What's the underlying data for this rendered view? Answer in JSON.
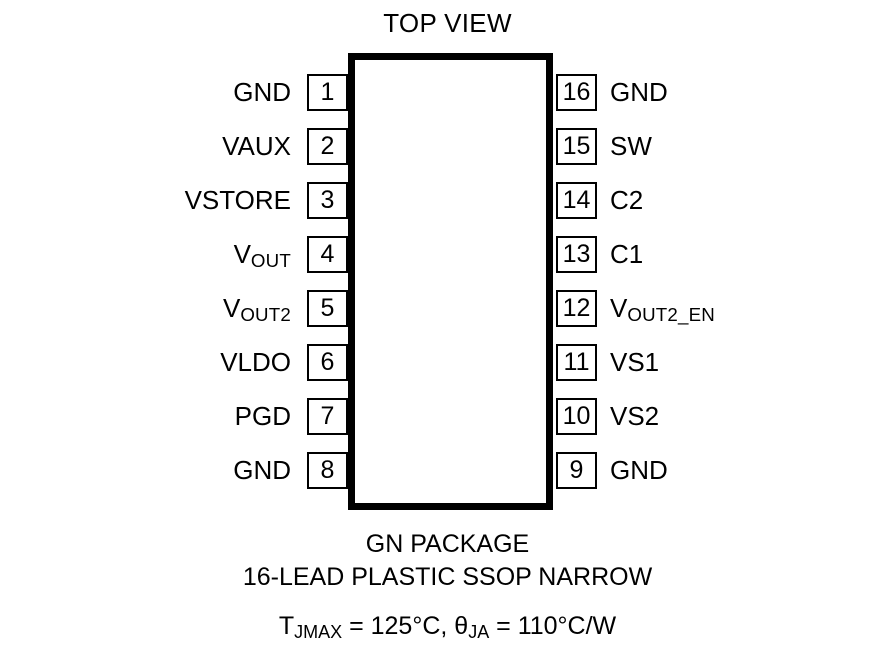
{
  "title": "TOP VIEW",
  "package": {
    "name_line": "GN PACKAGE",
    "lead_line": "16-LEAD PLASTIC SSOP NARROW",
    "thermal": {
      "tjmax_symbol": "T",
      "tjmax_sub": "JMAX",
      "tjmax_value": " = 125°C, ",
      "theta_symbol": "θ",
      "theta_sub": "JA",
      "theta_value": " = 110°C/W",
      "full_text": "TJMAX = 125°C, θJA = 110°C/W"
    }
  },
  "colors": {
    "background": "#ffffff",
    "outline": "#000000",
    "text": "#000000"
  },
  "pins": {
    "left": [
      {
        "number": "1",
        "label": "GND",
        "sub": ""
      },
      {
        "number": "2",
        "label": "VAUX",
        "sub": ""
      },
      {
        "number": "3",
        "label": "VSTORE",
        "sub": ""
      },
      {
        "number": "4",
        "label": "V",
        "sub": "OUT"
      },
      {
        "number": "5",
        "label": "V",
        "sub": "OUT2"
      },
      {
        "number": "6",
        "label": "VLDO",
        "sub": ""
      },
      {
        "number": "7",
        "label": "PGD",
        "sub": ""
      },
      {
        "number": "8",
        "label": "GND",
        "sub": ""
      }
    ],
    "right": [
      {
        "number": "16",
        "label": "GND",
        "sub": ""
      },
      {
        "number": "15",
        "label": "SW",
        "sub": ""
      },
      {
        "number": "14",
        "label": "C2",
        "sub": ""
      },
      {
        "number": "13",
        "label": "C1",
        "sub": ""
      },
      {
        "number": "12",
        "label": "V",
        "sub": "OUT2_EN"
      },
      {
        "number": "11",
        "label": "VS1",
        "sub": ""
      },
      {
        "number": "10",
        "label": "VS2",
        "sub": ""
      },
      {
        "number": "9",
        "label": "GND",
        "sub": ""
      }
    ]
  }
}
